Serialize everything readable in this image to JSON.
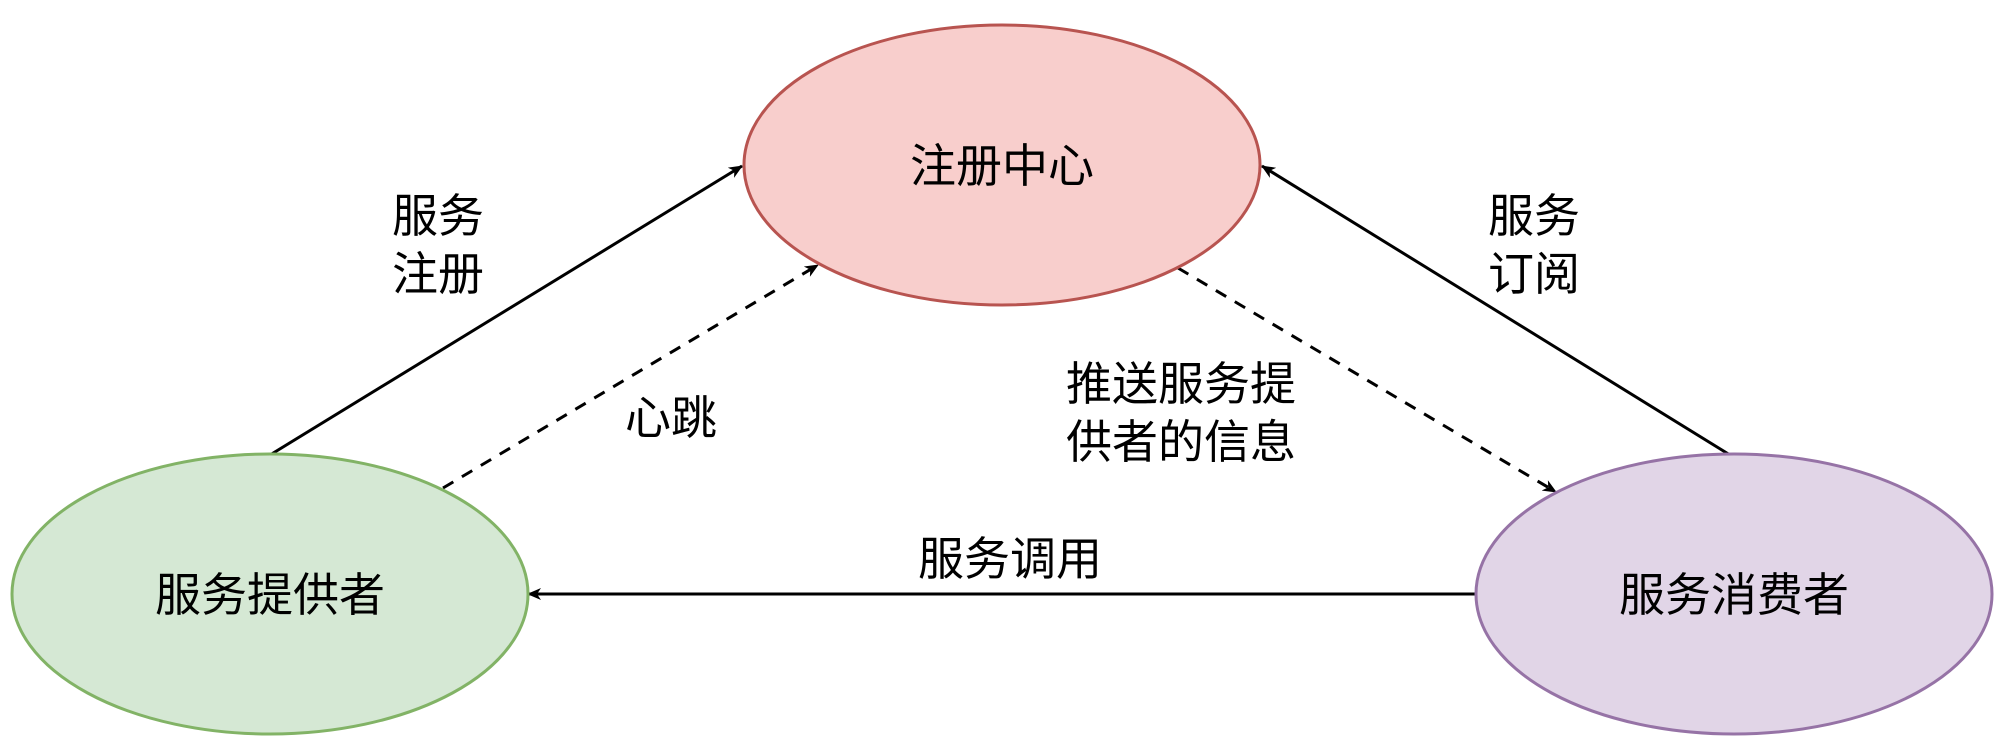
{
  "nodes": {
    "registry": {
      "label": "注册中心",
      "fill": "#f8cecc",
      "stroke": "#b85450"
    },
    "provider": {
      "label": "服务提供者",
      "fill": "#d5e8d4",
      "stroke": "#82b366"
    },
    "consumer": {
      "label": "服务消费者",
      "fill": "#e1d5e7",
      "stroke": "#9673a6"
    }
  },
  "edges": {
    "register": {
      "label_lines": [
        "服务",
        "注册"
      ],
      "style": "solid"
    },
    "heartbeat": {
      "label": "心跳",
      "style": "dashed"
    },
    "subscribe": {
      "label_lines": [
        "服务",
        "订阅"
      ],
      "style": "solid"
    },
    "push": {
      "label_lines": [
        "推送服务提",
        "供者的信息"
      ],
      "style": "dashed"
    },
    "invoke": {
      "label": "服务调用",
      "style": "solid"
    }
  },
  "colors": {
    "edge": "#000000",
    "background": "#ffffff"
  }
}
